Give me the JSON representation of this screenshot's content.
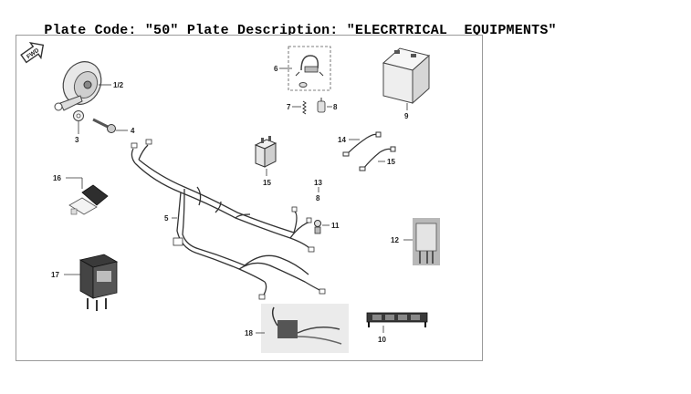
{
  "header": {
    "plate_code_label": "Plate Code:",
    "plate_code_value": "\"50\"",
    "plate_desc_label": "Plate Description:",
    "plate_desc_value": "\"ELECRTRICAL  EQUIPMENTS\""
  },
  "diagram": {
    "badge": "FWD",
    "callouts": {
      "p1_2": "1/2",
      "p3": "3",
      "p4": "4",
      "p5": "5",
      "p6": "6",
      "p7": "7",
      "p8": "8",
      "p9": "9",
      "p10": "10",
      "p11": "11",
      "p12": "12",
      "p13": "13",
      "p14": "14",
      "p15a": "15",
      "p15b": "15",
      "p16": "16",
      "p17": "17",
      "p18": "18"
    }
  }
}
